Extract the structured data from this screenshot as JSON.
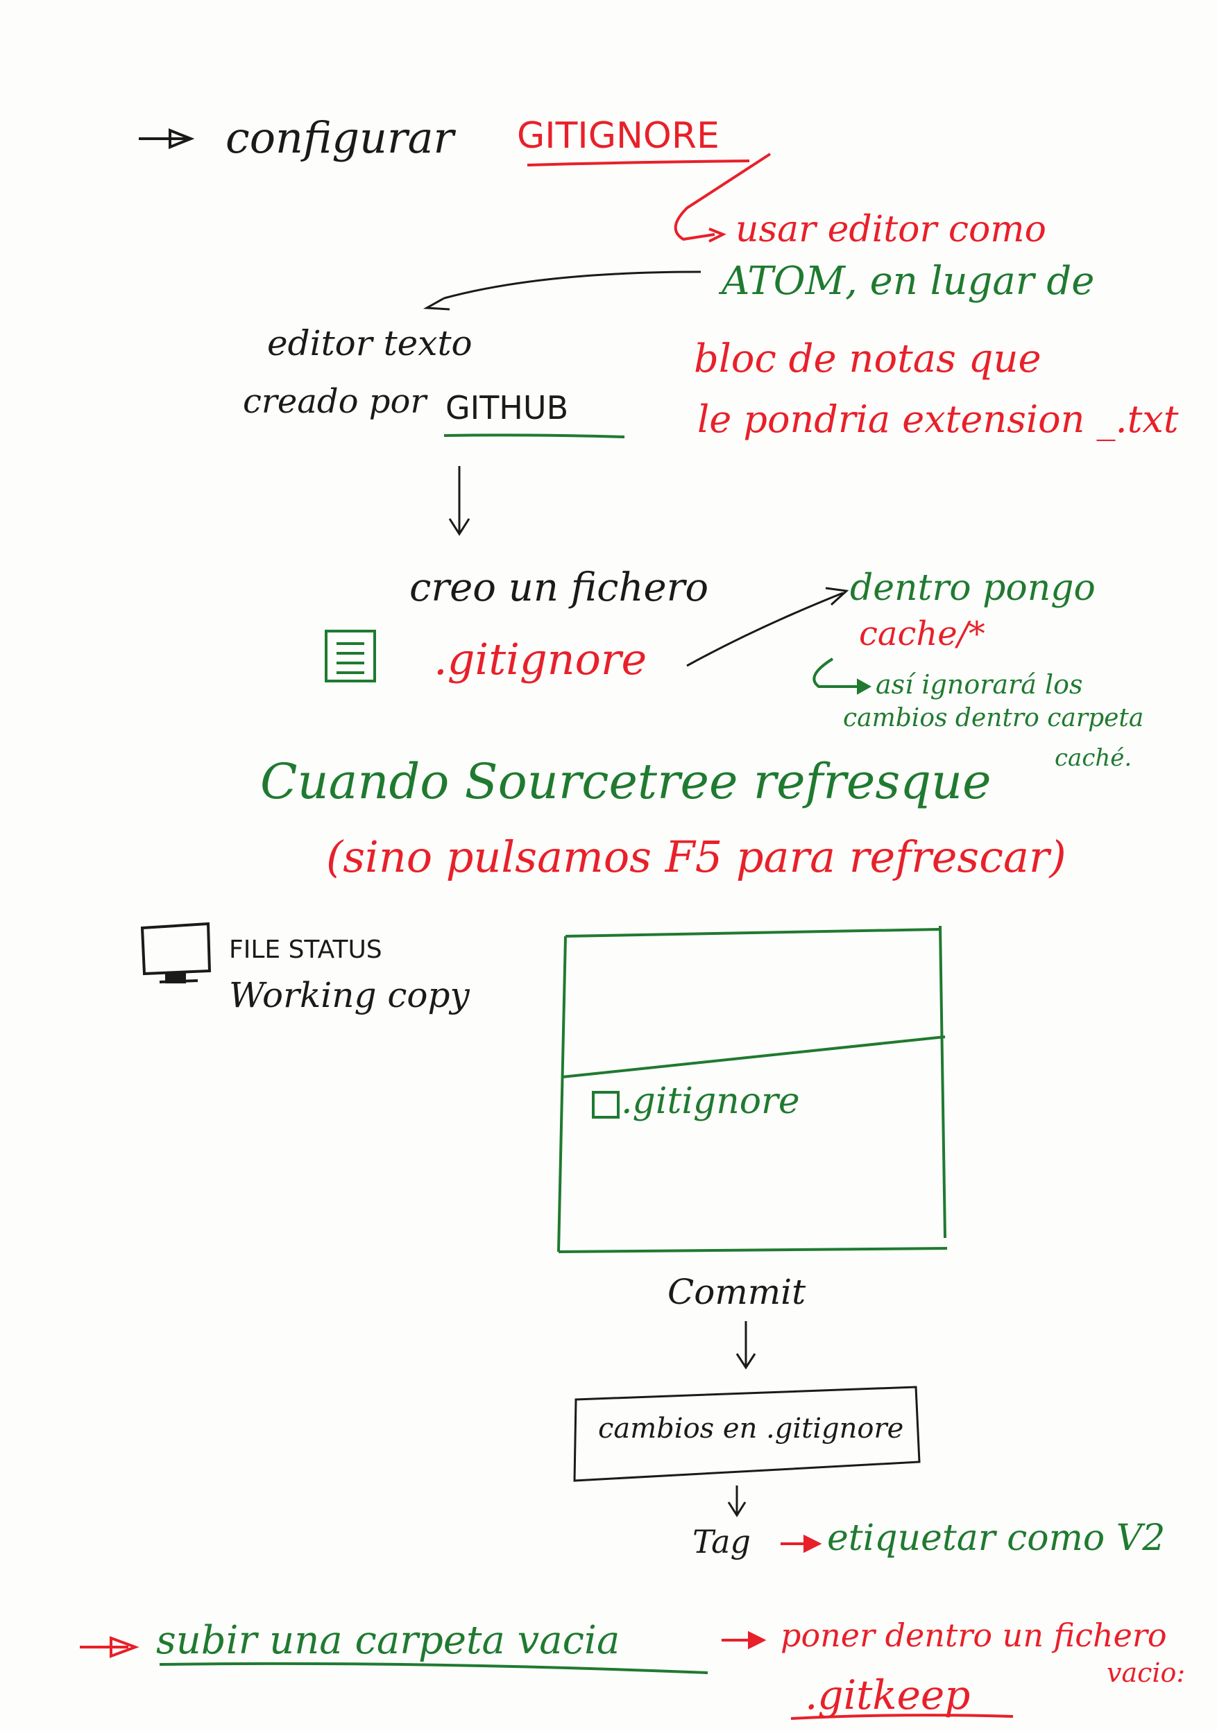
{
  "colors": {
    "ink": "#1a1a1a",
    "red": "#e8202a",
    "green": "#1f7a30",
    "paper": "#fdfdfb"
  },
  "heading1": {
    "prefix": "configurar",
    "keyword": "GITIGNORE"
  },
  "tip_editor": {
    "line1": "usar editor como",
    "line2": "ATOM, en lugar de",
    "line3": "bloc de notas que",
    "line4": "le pondria extension _.txt"
  },
  "atom_desc": {
    "line1": "editor texto",
    "line2_prefix": "creado por",
    "line2_brand": "GITHUB"
  },
  "create_file": {
    "label": "creo un fichero",
    "filename": ".gitignore",
    "file_icon": "document-icon"
  },
  "content_note": {
    "line1": "dentro pongo",
    "line2": "cache/*",
    "explain1": "así ignorará los",
    "explain2": "cambios dentro carpeta",
    "explain3": "caché."
  },
  "refresh_note": {
    "line1": "Cuando Sourcetree refresque",
    "line2": "(sino pulsamos F5 para refrescar)"
  },
  "file_status": {
    "icon": "monitor-icon",
    "title": "FILE STATUS",
    "subtitle": "Working copy"
  },
  "staging_panel": {
    "item": ".gitignore",
    "checkbox_icon": "checkbox-icon"
  },
  "flow": {
    "commit": "Commit",
    "commit_message": "cambios en .gitignore",
    "tag": "Tag",
    "tag_action": "etiquetar como V2"
  },
  "heading2": {
    "label": "subir una carpeta vacia",
    "action": "poner dentro un fichero",
    "action2": "vacio:",
    "filename": ".gitkeep"
  }
}
